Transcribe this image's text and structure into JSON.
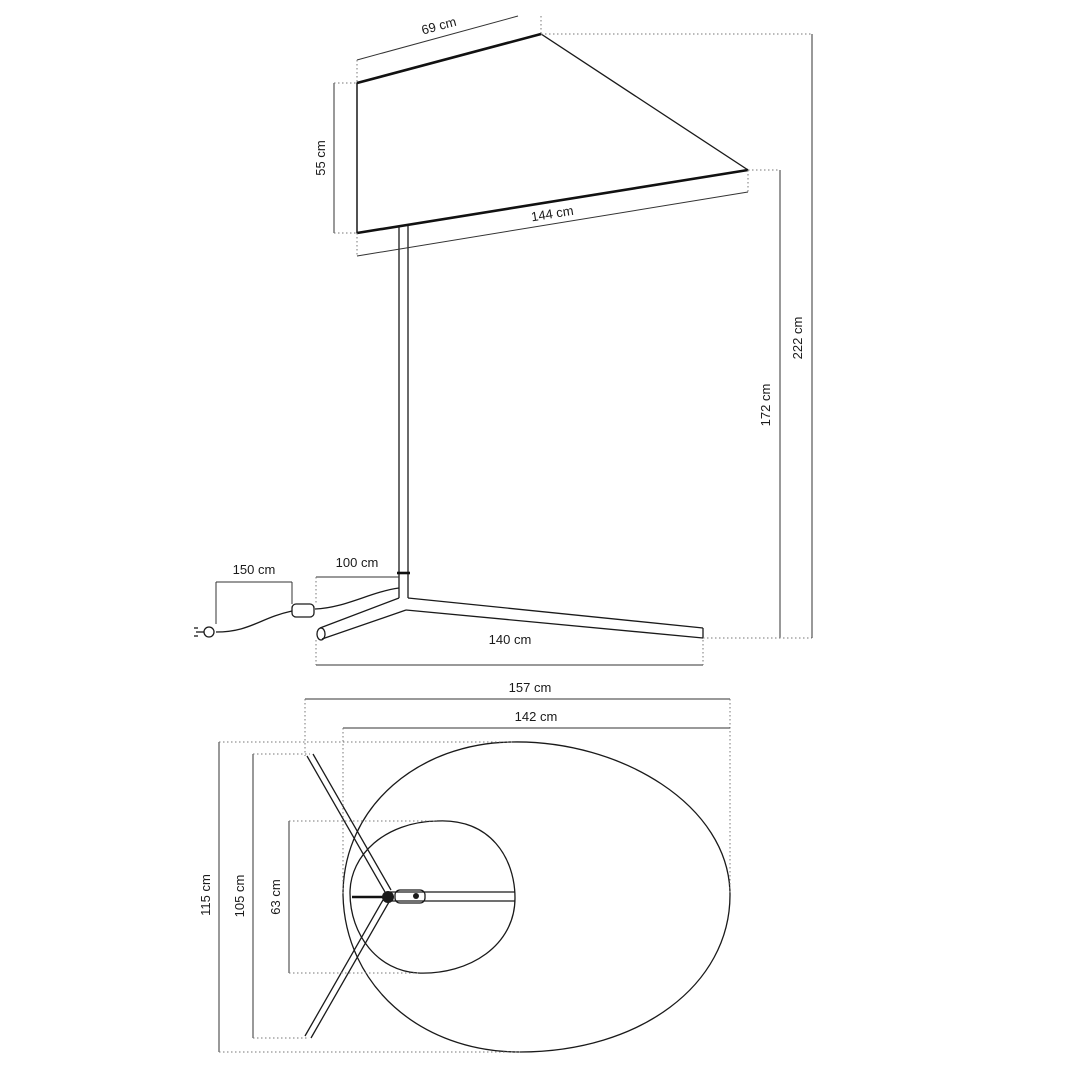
{
  "side_view": {
    "shade_top_width": "69 cm",
    "shade_height": "55 cm",
    "shade_bottom_length": "144 cm",
    "lower_height": "172 cm",
    "total_height": "222 cm",
    "cable_to_switch": "100 cm",
    "cable_to_plug": "150 cm",
    "base_length": "140 cm"
  },
  "top_view": {
    "overall_width": "157 cm",
    "shade_width": "142 cm",
    "overall_depth": "115 cm",
    "base_depth": "105 cm",
    "inner_depth": "63 cm"
  }
}
